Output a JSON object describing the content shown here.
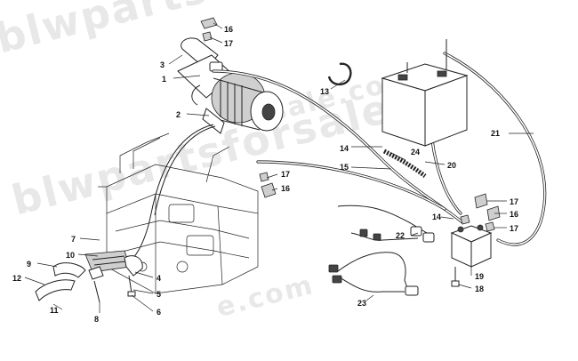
{
  "watermark": {
    "line1": "blwpartsforsale.com",
    "line2": "blwpartsforsale",
    "line3": "sale.com",
    "line4": "e.com"
  },
  "callouts": {
    "c1": "1",
    "c2": "2",
    "c3": "3",
    "c4": "4",
    "c5": "5",
    "c6": "6",
    "c7": "7",
    "c8": "8",
    "c9": "9",
    "c10": "10",
    "c11": "11",
    "c12": "12",
    "c13": "13",
    "c14a": "14",
    "c14b": "14",
    "c15": "15",
    "c16a": "16",
    "c16b": "16",
    "c16c": "16",
    "c17a": "17",
    "c17b": "17",
    "c17c": "17",
    "c17d": "17",
    "c18": "18",
    "c19": "19",
    "c20": "20",
    "c21": "21",
    "c22": "22",
    "c23": "23",
    "c24": "24"
  },
  "colors": {
    "line": "#222222",
    "watermark": "#bebebe"
  }
}
